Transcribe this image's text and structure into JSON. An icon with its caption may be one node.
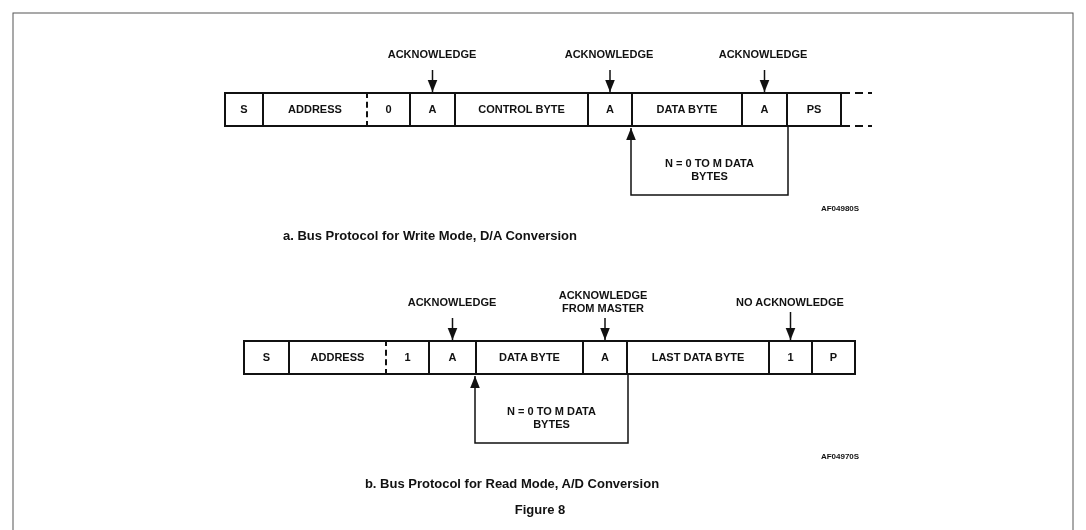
{
  "diagram": {
    "caption": "Figure 8",
    "nodes": [
      {
        "text": [
          "ACKNOWLEDGE"
        ]
      },
      {
        "text": [
          "ACKNOWLEDGE"
        ]
      },
      {
        "text": [
          "ACKNOWLEDGE"
        ]
      },
      {
        "text": [
          "S"
        ]
      },
      {
        "text": [
          "ADDRESS"
        ]
      },
      {
        "text": [
          "0"
        ]
      },
      {
        "text": [
          "A"
        ]
      },
      {
        "text": [
          "CONTROL BYTE"
        ]
      },
      {
        "text": [
          "A"
        ]
      },
      {
        "text": [
          "DATA BYTE"
        ]
      },
      {
        "text": [
          "A"
        ]
      },
      {
        "text": [
          "PS"
        ]
      },
      {
        "text": [
          "ACKNOWLEDGE"
        ]
      },
      {
        "text": [
          "ACKNOWLEDGE FROM MASTER"
        ]
      },
      {
        "text": [
          "NO ACKNOWLEDGE"
        ]
      },
      {
        "text": [
          "S"
        ]
      },
      {
        "text": [
          "ADDRESS"
        ]
      },
      {
        "text": [
          "1"
        ]
      },
      {
        "text": [
          "A"
        ]
      },
      {
        "text": [
          "DATA BYTE"
        ]
      },
      {
        "text": [
          "A"
        ]
      },
      {
        "text": [
          "LAST DATA BYTE"
        ]
      },
      {
        "text": [
          "1"
        ]
      },
      {
        "text": [
          "P"
        ]
      }
    ],
    "edges": [
      {
        "from": 0,
        "to": 6,
        "arrow": "to"
      },
      {
        "from": 1,
        "to": 8,
        "arrow": "to"
      },
      {
        "from": 2,
        "to": 10,
        "arrow": "to"
      },
      {
        "from": 10,
        "to": 9,
        "arrow": "to",
        "label": "N = 0 TO M DATA BYTES"
      },
      {
        "from": 12,
        "to": 18,
        "arrow": "to"
      },
      {
        "from": 13,
        "to": 20,
        "arrow": "to"
      },
      {
        "from": 14,
        "to": 22,
        "arrow": "to"
      },
      {
        "from": 20,
        "to": 19,
        "arrow": "to",
        "label": "N = 0 TO M DATA BYTES"
      }
    ],
    "labels": [
      "AF04980S",
      "a. Bus Protocol for Write Mode, D/A Conversion",
      "AF04970S",
      "b. Bus Protocol for Read Mode, A/D Conversion"
    ]
  }
}
